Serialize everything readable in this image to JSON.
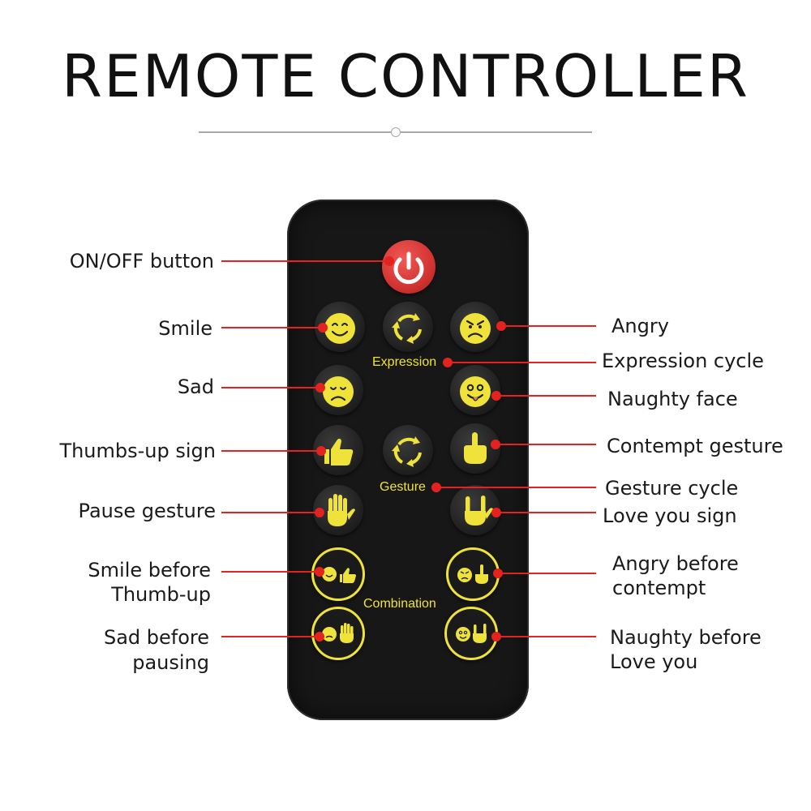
{
  "title": "REMOTE CONTROLLER",
  "remote": {
    "labels": {
      "expression": "Expression",
      "gesture": "Gesture",
      "combination": "Combination"
    },
    "icon_color": "#efe23a",
    "power_color": "#d9383a"
  },
  "callouts": {
    "on_off": "ON/OFF button",
    "smile": "Smile",
    "sad": "Sad",
    "thumbs_up": "Thumbs-up sign",
    "pause": "Pause gesture",
    "smile_before_1": "Smile before",
    "smile_before_2": "Thumb-up",
    "sad_before_1": "Sad before",
    "sad_before_2": "pausing",
    "angry": "Angry",
    "expression_cycle": "Expression cycle",
    "naughty": "Naughty face",
    "contempt": "Contempt gesture",
    "gesture_cycle": "Gesture cycle",
    "love_you": "Love you sign",
    "angry_before_1": "Angry before",
    "angry_before_2": "contempt",
    "naughty_before_1": "Naughty before",
    "naughty_before_2": "Love you"
  }
}
